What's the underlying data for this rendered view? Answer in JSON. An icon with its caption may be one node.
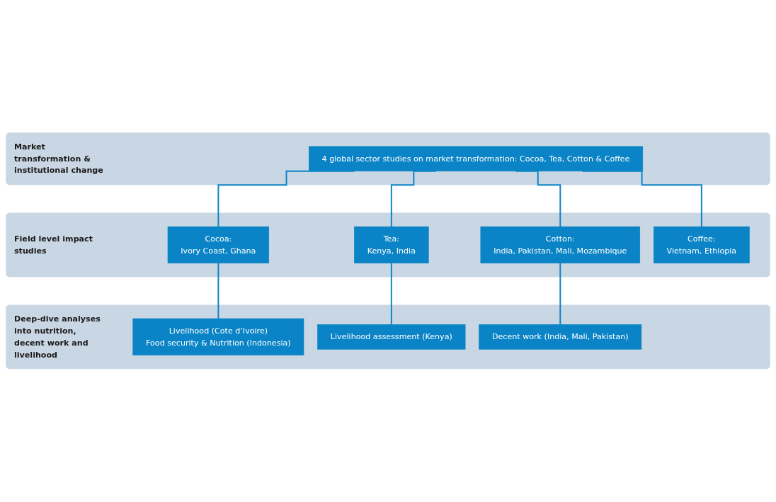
{
  "diagram": {
    "nodes": [
      {
        "text": [
          "Market transformation & institutional change"
        ]
      },
      {
        "text": [
          "4 global sector studies on market transformation: Cocoa, Tea, Cotton & Coffee"
        ],
        "in": 0
      },
      {
        "text": [
          "Field level impact studies"
        ]
      },
      {
        "text": [
          "Cocoa:",
          "Ivory Coast, Ghana"
        ],
        "in": 2
      },
      {
        "text": [
          "Tea:",
          "Kenya, India"
        ],
        "in": 2
      },
      {
        "text": [
          "Cotton:",
          "India, Pakistan, Mali, Mozambique"
        ],
        "in": 2
      },
      {
        "text": [
          "Coffee:",
          "Vietnam, Ethiopia"
        ],
        "in": 2
      },
      {
        "text": [
          "Deep-dive analyses into nutrition, decent work and livelihood"
        ]
      },
      {
        "text": [
          "Livelihood (Cote d’Ivoire)",
          "Food security & Nutrition (Indonesia)"
        ],
        "in": 7
      },
      {
        "text": [
          "Livelihood assessment (Kenya)"
        ],
        "in": 7
      },
      {
        "text": [
          "Decent work (India, Mali, Pakistan)"
        ],
        "in": 7
      }
    ],
    "edges": [
      {
        "from": 1,
        "to": 3,
        "arrow": "none"
      },
      {
        "from": 1,
        "to": 4,
        "arrow": "none"
      },
      {
        "from": 1,
        "to": 5,
        "arrow": "none"
      },
      {
        "from": 1,
        "to": 6,
        "arrow": "none"
      },
      {
        "from": 3,
        "to": 8,
        "arrow": "none"
      },
      {
        "from": 4,
        "to": 9,
        "arrow": "none"
      },
      {
        "from": 5,
        "to": 10,
        "arrow": "none"
      }
    ]
  }
}
